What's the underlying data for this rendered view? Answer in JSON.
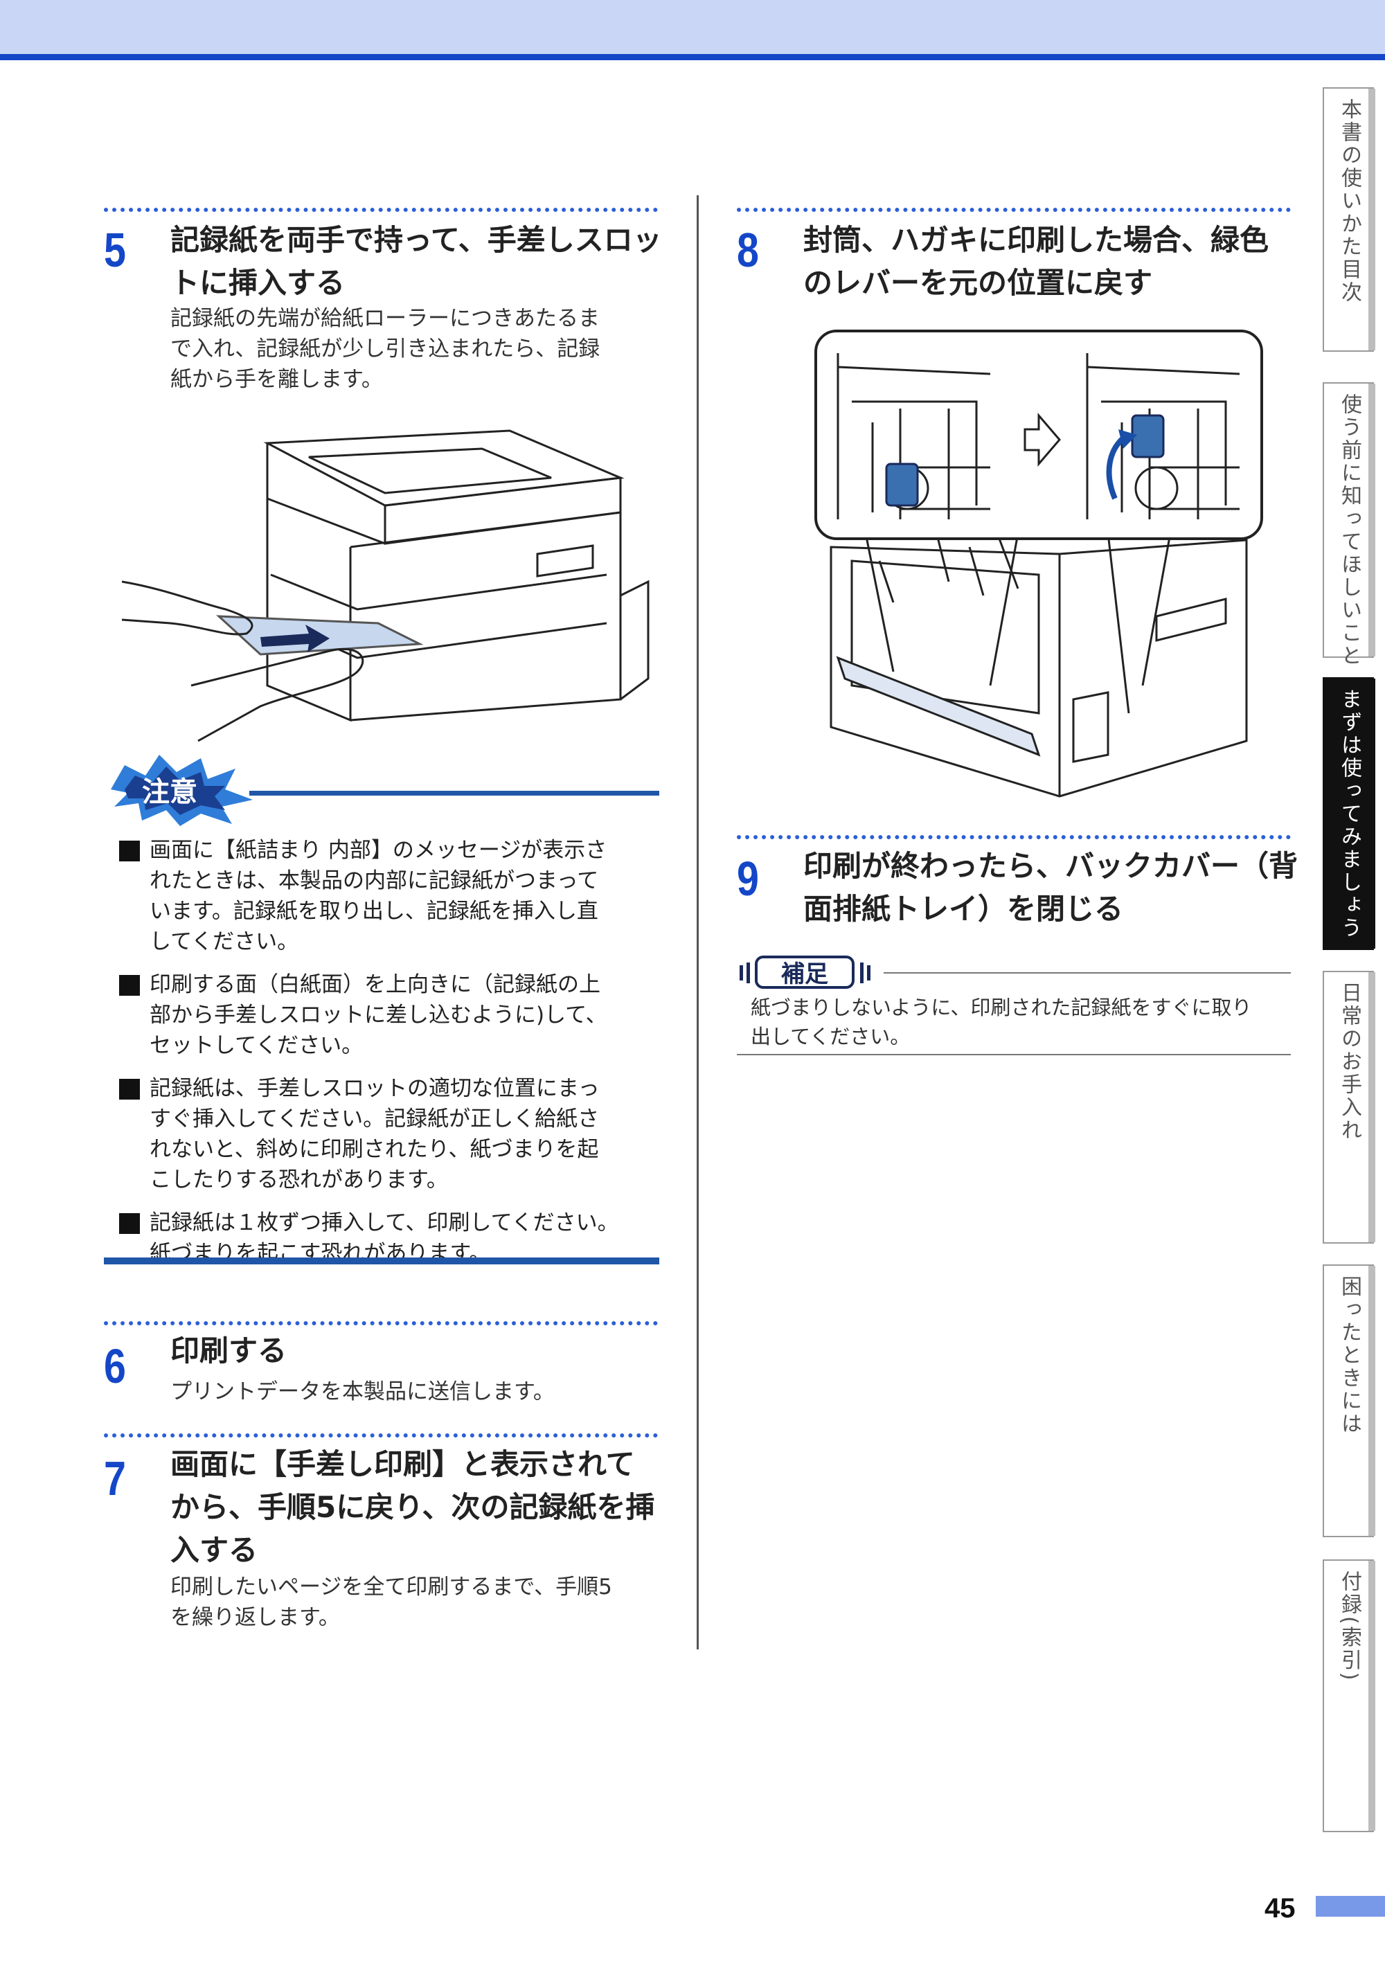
{
  "side_tabs": [
    {
      "label": "本書の使いかた目次",
      "active": false
    },
    {
      "label": "使う前に知ってほしいこと",
      "active": false
    },
    {
      "label": "まずは使ってみましょう",
      "active": true
    },
    {
      "label": "日常のお手入れ",
      "active": false
    },
    {
      "label": "困ったときには",
      "active": false
    },
    {
      "label": "付録(索引)",
      "active": false
    }
  ],
  "steps": {
    "s5": {
      "num": "5",
      "title_lines": [
        "記録紙を両手で持って、手差しスロッ",
        "トに挿入する"
      ],
      "body_lines": [
        "記録紙の先端が給紙ローラーにつきあたるま",
        "で入れ、記録紙が少し引き込まれたら、記録",
        "紙から手を離します。"
      ]
    },
    "s6": {
      "num": "6",
      "title_lines": [
        "印刷する"
      ],
      "body_lines": [
        "プリントデータを本製品に送信します。"
      ]
    },
    "s7": {
      "num": "7",
      "title_lines": [
        "画面に【手差し印刷】と表示されて",
        "から、手順5に戻り、次の記録紙を挿",
        "入する"
      ],
      "body_lines": [
        "印刷したいページを全て印刷するまで、手順5",
        "を繰り返します。"
      ]
    },
    "s8": {
      "num": "8",
      "title_lines": [
        "封筒、ハガキに印刷した場合、緑色",
        "のレバーを元の位置に戻す"
      ]
    },
    "s9": {
      "num": "9",
      "title_lines": [
        "印刷が終わったら、バックカバー（背",
        "面排紙トレイ）を閉じる"
      ]
    }
  },
  "caution": {
    "badge": "注意",
    "items": [
      [
        "画面に【紙詰まり 内部】のメッセージが表示さ",
        "れたときは、本製品の内部に記録紙がつまって",
        "います。記録紙を取り出し、記録紙を挿入し直",
        "してください。"
      ],
      [
        "印刷する面（白紙面）を上向きに（記録紙の上",
        "部から手差しスロットに差し込むように)して、",
        "セットしてください。"
      ],
      [
        "記録紙は、手差しスロットの適切な位置にまっ",
        "すぐ挿入してください。記録紙が正しく給紙さ",
        "れないと、斜めに印刷されたり、紙づまりを起",
        "こしたりする恐れがあります。"
      ],
      [
        "記録紙は１枚ずつ挿入して、印刷してください。",
        "紙づまりを起こす恐れがあります。"
      ]
    ]
  },
  "hoshoku": {
    "badge": "補足",
    "lines": [
      "紙づまりしないように、印刷された記録紙をすぐに取り",
      "出してください。"
    ]
  },
  "page_number": "45",
  "colors": {
    "accent": "#1447c8",
    "caution_rule": "#1f56a8",
    "lever_green": "#3a6fb0"
  }
}
